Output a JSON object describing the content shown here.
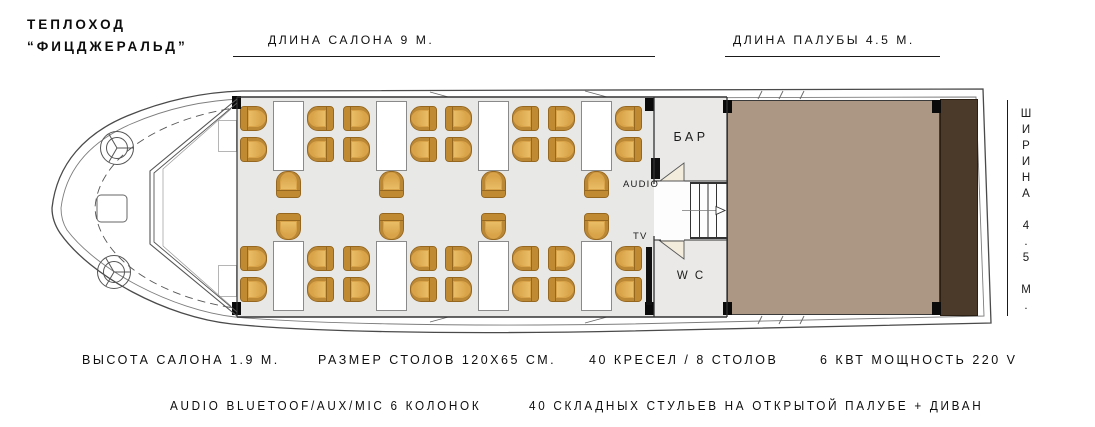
{
  "title": {
    "line1": "ТЕПЛОХОД",
    "line2": "“ФИЦДЖЕРАЛЬД”"
  },
  "dimensions": {
    "salon_length": "ДЛИНА САЛОНА 9 М.",
    "deck_length": "ДЛИНА ПАЛУБЫ 4.5 М.",
    "width_label": "ШИРИНА 4.5 М.",
    "width_chars": [
      "Ш",
      "И",
      "Р",
      "И",
      "Н",
      "А",
      "",
      "4",
      ".",
      "5",
      "",
      "М",
      "."
    ]
  },
  "rooms": {
    "bar": "БАР",
    "wc": "W C",
    "audio": "AUDIO",
    "tv": "TV"
  },
  "specs_line1": [
    "ВЫСОТА САЛОНА 1.9 М.",
    "РАЗМЕР СТОЛОВ 120Х65 СМ.",
    "40 КРЕСЕЛ / 8 СТОЛОВ",
    "6 КВТ МОЩНОСТЬ 220 V"
  ],
  "specs_line2": [
    "AUDIO BLUETOOF/AUX/MIC 6 КОЛОНОК",
    "40 СКЛАДНЫХ СТУЛЬЕВ НА ОТКРЫТОЙ ПАЛУБЕ + ДИВАН"
  ],
  "layout_counts": {
    "tables": 8,
    "chairs_per_table": 5,
    "table_rows": 2,
    "table_cols": 4
  },
  "colors": {
    "chair": "#d9a449",
    "chair_dark": "#c08a33",
    "salon_bg": "#e8e8e7",
    "deck_bg": "#ac9785",
    "sofa": "#4b392a"
  }
}
